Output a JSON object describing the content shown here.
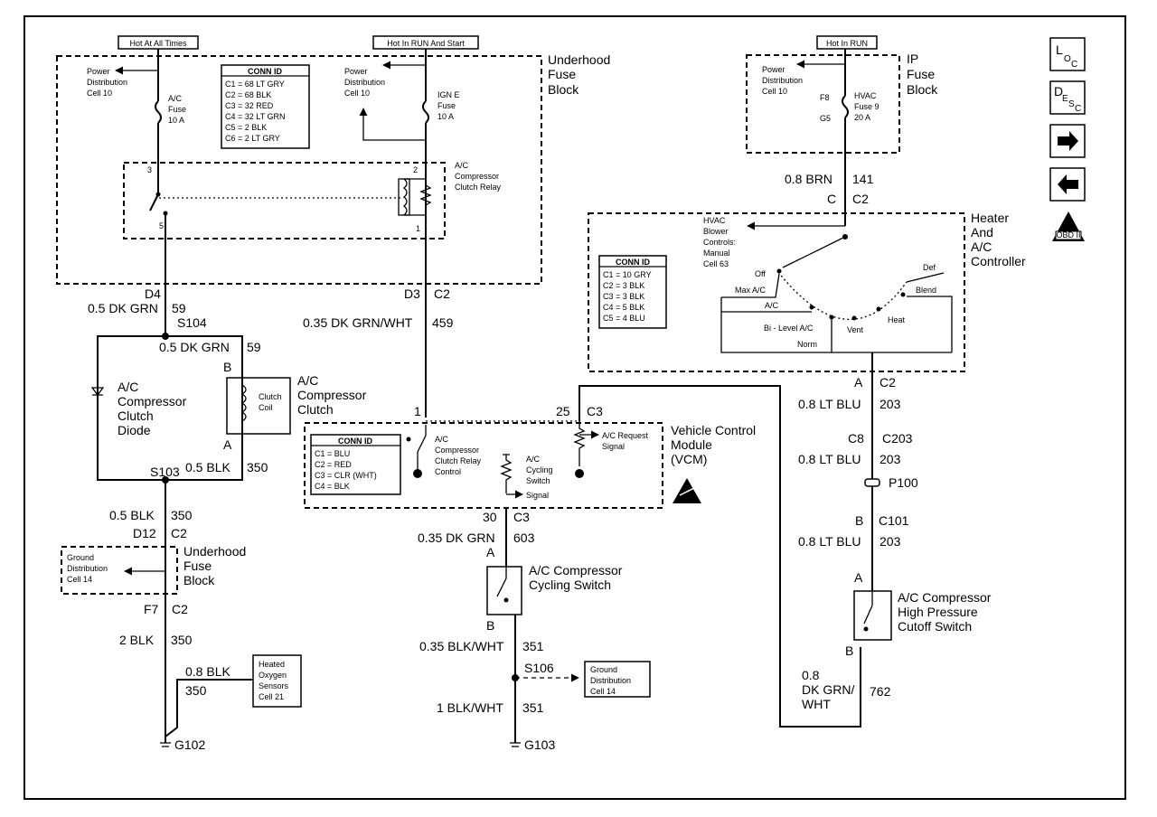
{
  "headers": {
    "hot_all_times": "Hot At All Times",
    "hot_run_start": "Hot In RUN And Start",
    "hot_run": "Hot In RUN"
  },
  "underhood_fuse_block": [
    "Underhood",
    "Fuse",
    "Block"
  ],
  "ip_fuse_block": [
    "IP",
    "Fuse",
    "Block"
  ],
  "power_dist_left": [
    "Power",
    "Distribution",
    "Cell 10"
  ],
  "power_dist_mid": [
    "Power",
    "Distribution",
    "Cell 10"
  ],
  "power_dist_right": [
    "Power",
    "Distribution",
    "Cell 10"
  ],
  "ac_fuse": [
    "A/C",
    "Fuse",
    "10 A"
  ],
  "ign_fuse": [
    "IGN E",
    "Fuse",
    "10 A"
  ],
  "hvac_fuse": [
    "HVAC",
    "Fuse 9",
    "20 A"
  ],
  "fuse_pins": {
    "f8": "F8",
    "g5": "G5"
  },
  "conn_id_fuse": {
    "title": "CONN ID",
    "rows": [
      "C1 = 68 LT GRY",
      "C2 = 68 BLK",
      "C3 = 32 RED",
      "C4 = 32 LT GRN",
      "C5 = 2 BLK",
      "C6 = 2 LT GRY"
    ]
  },
  "conn_id_hvac": {
    "title": "CONN ID",
    "rows": [
      "C1 = 10 GRY",
      "C2 = 3 BLK",
      "C3 = 3 BLK",
      "C4 = 5 BLK",
      "C5 = 4 BLU"
    ]
  },
  "conn_id_vcm": {
    "title": "CONN ID",
    "rows": [
      "C1 = BLU",
      "C2 = RED",
      "C3 = CLR (WHT)",
      "C4 = BLK"
    ]
  },
  "relay_label": [
    "A/C",
    "Compressor",
    "Clutch Relay"
  ],
  "relay_pins": {
    "p3": "3",
    "p2": "2",
    "p5": "5",
    "p1": "1"
  },
  "hvac_wire": {
    "gauge": "0.8 BRN",
    "circuit": "141"
  },
  "hvac_conn_top": {
    "pin": "C",
    "conn": "C2"
  },
  "heater_controller": [
    "Heater",
    "And",
    "A/C",
    "Controller"
  ],
  "blower_controls": [
    "HVAC",
    "Blower",
    "Controls:",
    "Manual",
    "Cell 63"
  ],
  "mode_positions": {
    "off": "Off",
    "max_ac": "Max A/C",
    "ac": "A/C",
    "bilevel": "Bi - Level A/C",
    "norm": "Norm",
    "vent": "Vent",
    "heat": "Heat",
    "blend": "Blend",
    "def": "Def"
  },
  "d4": {
    "pin": "D4",
    "gauge": "0.5 DK GRN",
    "circuit": "59"
  },
  "s104": "S104",
  "d3": {
    "pin": "D3",
    "conn": "C2",
    "gauge": "0.35 DK GRN/WHT",
    "circuit": "459"
  },
  "clutch_feed": {
    "gauge": "0.5 DK GRN",
    "circuit": "59"
  },
  "clutch_pins": {
    "b": "B",
    "a": "A"
  },
  "clutch_coil": [
    "Clutch",
    "Coil"
  ],
  "clutch_label": [
    "A/C",
    "Compressor",
    "Clutch"
  ],
  "diode_label": [
    "A/C",
    "Compressor",
    "Clutch",
    "Diode"
  ],
  "clutch_return": {
    "gauge": "0.5 BLK",
    "circuit": "350"
  },
  "s103": "S103",
  "blk350": {
    "gauge": "0.5 BLK",
    "circuit": "350"
  },
  "d12": {
    "pin": "D12",
    "conn": "C2"
  },
  "ground_dist_left": [
    "Ground",
    "Distribution",
    "Cell 14"
  ],
  "underhood_fuse_block2": [
    "Underhood",
    "Fuse",
    "Block"
  ],
  "f7": {
    "pin": "F7",
    "conn": "C2"
  },
  "blk2": {
    "gauge": "2 BLK",
    "circuit": "350"
  },
  "o2_branch": {
    "gauge": "0.8 BLK",
    "circuit": "350"
  },
  "o2_box": [
    "Heated",
    "Oxygen",
    "Sensors",
    "Cell 21"
  ],
  "g102": "G102",
  "vcm_label": [
    "Vehicle Control",
    "Module",
    "(VCM)"
  ],
  "vcm_pin1": "1",
  "vcm_c3": {
    "pin": "25",
    "conn": "C3"
  },
  "vcm_relay_ctrl": [
    "A/C",
    "Compressor",
    "Clutch Relay",
    "Control"
  ],
  "vcm_cycling": [
    "A/C",
    "Cycling",
    "Switch",
    "Signal"
  ],
  "vcm_request": [
    "A/C Request",
    "Signal"
  ],
  "c3_30": {
    "pin": "30",
    "conn": "C3"
  },
  "grn603": {
    "gauge": "0.35 DK GRN",
    "circuit": "603"
  },
  "cyc_pins": {
    "a": "A",
    "b": "B"
  },
  "cyc_label": [
    "A/C Compressor",
    "Cycling Switch"
  ],
  "blkwht351": {
    "gauge": "0.35 BLK/WHT",
    "circuit": "351"
  },
  "s106": "S106",
  "ground_dist_mid": [
    "Ground",
    "Distribution",
    "Cell 14"
  ],
  "blkwht1": {
    "gauge": "1 BLK/WHT",
    "circuit": "351"
  },
  "g103": "G103",
  "ctrl_out": {
    "pin": "A",
    "conn": "C2",
    "gauge": "0.8 LT BLU",
    "circuit": "203"
  },
  "c203": {
    "pin": "C8",
    "conn": "C203",
    "gauge": "0.8 LT BLU",
    "circuit": "203"
  },
  "p100": "P100",
  "c101": {
    "pin": "B",
    "conn": "C101",
    "gauge": "0.8 LT BLU",
    "circuit": "203"
  },
  "hp_pins": {
    "a": "A",
    "b": "B"
  },
  "hp_label": [
    "A/C Compressor",
    "High Pressure",
    "Cutoff Switch"
  ],
  "hp_return": {
    "gauge": [
      "0.8",
      "DK GRN/",
      "WHT"
    ],
    "circuit": "762"
  },
  "side_icons": {
    "loc": [
      "L",
      "O",
      "C"
    ],
    "desc": [
      "D",
      "E",
      "S",
      "C"
    ],
    "obd": "OBD II"
  }
}
